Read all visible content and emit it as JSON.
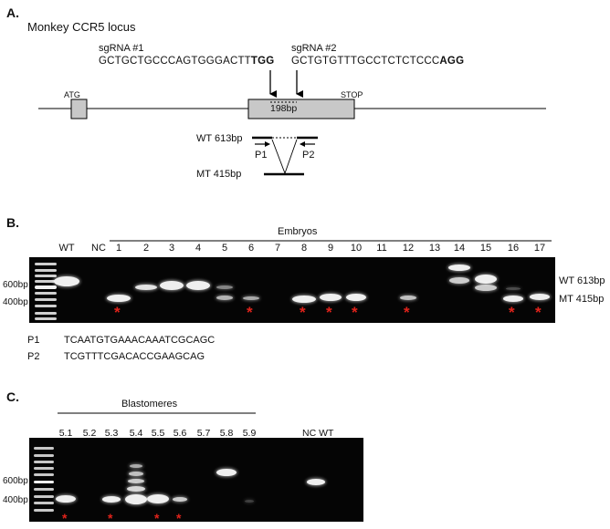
{
  "panel_a": {
    "label": "A.",
    "title": "Monkey CCR5 locus",
    "sgrna1": {
      "name": "sgRNA #1",
      "seq": "GCTGCTGCCCAGTGGGACTT",
      "pam": "TGG"
    },
    "sgrna2": {
      "name": "sgRNA #2",
      "seq": "GCTGTGTTTGCCTCTCTCCC",
      "pam": "AGG"
    },
    "atg": "ATG",
    "stop": "STOP",
    "deletion": "198bp",
    "wt_product": "WT 613bp",
    "mt_product": "MT 415bp",
    "primer1": "P1",
    "primer2": "P2"
  },
  "panel_b": {
    "label": "B.",
    "group_title": "Embryos",
    "lanes": [
      "WT",
      "NC",
      "1",
      "2",
      "3",
      "4",
      "5",
      "6",
      "7",
      "8",
      "9",
      "10",
      "11",
      "12",
      "13",
      "14",
      "15",
      "16",
      "17"
    ],
    "ladder_600": "600bp",
    "ladder_400": "400bp",
    "wt_label": "WT 613bp",
    "mt_label": "MT 415bp",
    "star": "*",
    "mutant_lanes": [
      "1",
      "6",
      "8",
      "9",
      "10",
      "12",
      "16",
      "17"
    ],
    "primers": [
      {
        "name": "P1",
        "seq": "TCAATGTGAAACAAATCGCAGC"
      },
      {
        "name": "P2",
        "seq": "TCGTTTCGACACCGAAGCAG"
      }
    ]
  },
  "panel_c": {
    "label": "C.",
    "group_title": "Blastomeres",
    "lanes": [
      "5.1",
      "5.2",
      "5.3",
      "5.4",
      "5.5",
      "5.6",
      "5.7",
      "5.8",
      "5.9"
    ],
    "control_lanes": "NC WT",
    "ladder_600": "600bp",
    "ladder_400": "400bp",
    "star": "*",
    "mutant_lanes": [
      "5.1",
      "5.3",
      "5.5",
      "5.6"
    ]
  }
}
